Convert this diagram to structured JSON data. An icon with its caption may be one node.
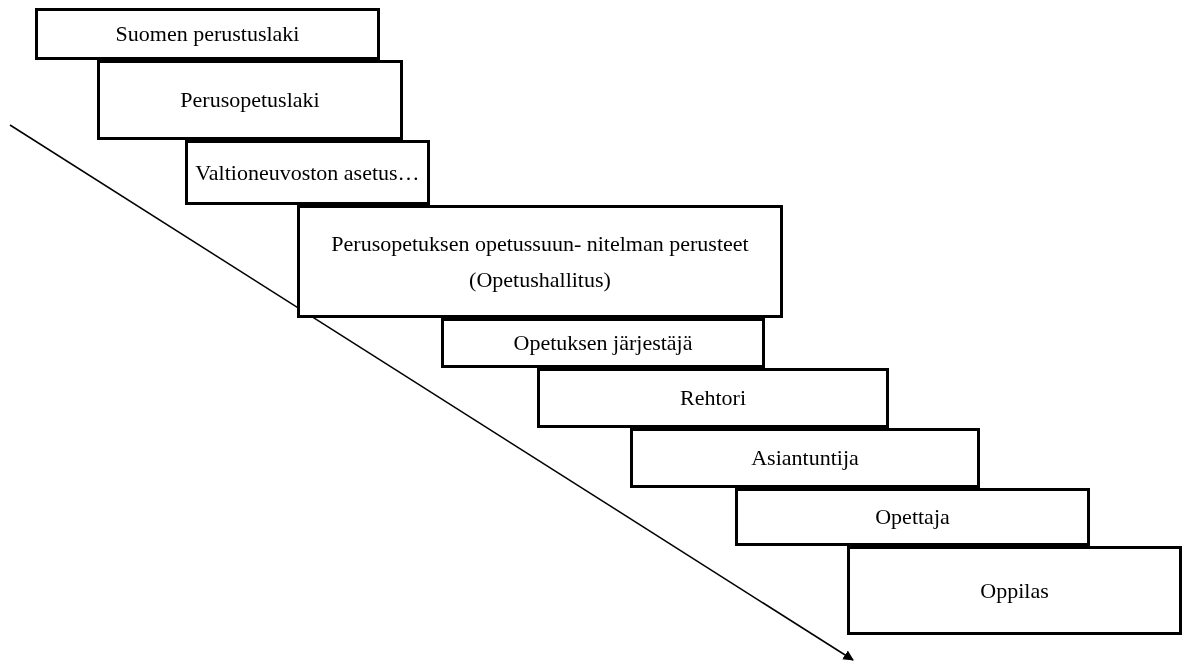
{
  "diagram": {
    "nodes": [
      {
        "text": [
          "Suomen perustuslaki"
        ]
      },
      {
        "text": [
          "Perusopetuslaki"
        ]
      },
      {
        "text": [
          "Valtioneuvoston asetus…"
        ]
      },
      {
        "text": [
          "Perusopetuksen opetussuun- nitelman perusteet (Opetushallitus)"
        ]
      },
      {
        "text": [
          "Opetuksen järjestäjä"
        ]
      },
      {
        "text": [
          "Rehtori"
        ]
      },
      {
        "text": [
          "Asiantuntija"
        ]
      },
      {
        "text": [
          "Opettaja"
        ]
      },
      {
        "text": [
          "Oppilas"
        ]
      }
    ]
  }
}
